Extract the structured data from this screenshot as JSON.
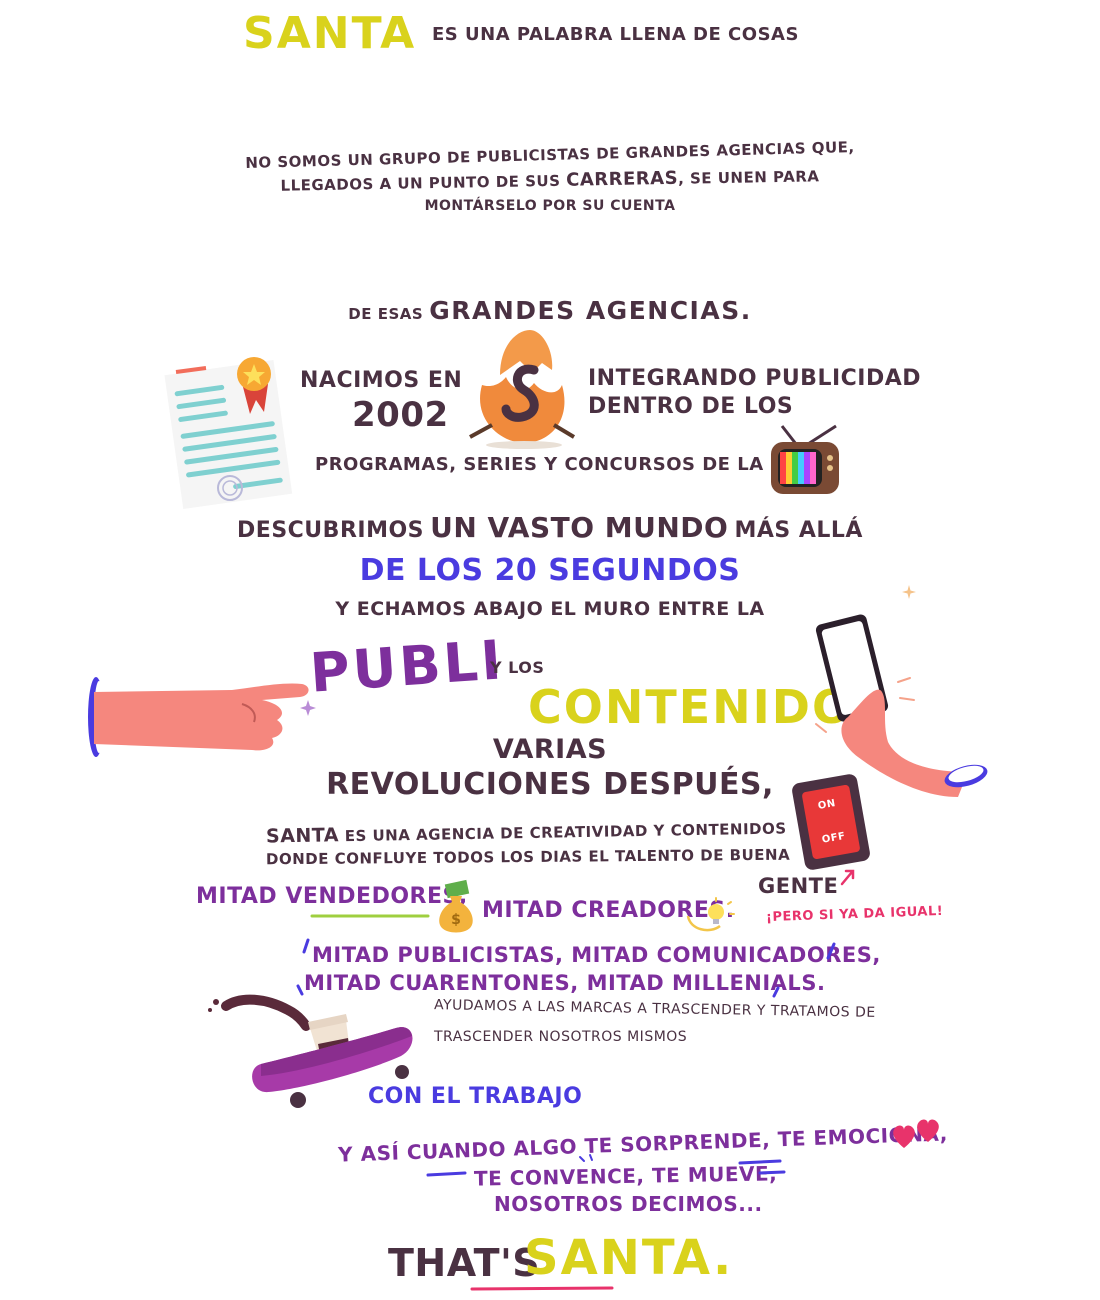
{
  "header": {
    "brand": "SANTA",
    "subtitle": "ES UNA PALABRA LLENA DE COSAS"
  },
  "intro": {
    "line1": "NO SOMOS UN GRUPO DE PUBLICISTAS DE GRANDES AGENCIAS QUE,",
    "line2_pre": "LLEGADOS A UN PUNTO DE SUS",
    "line2_em": "CARRERAS",
    "line2_post": ", SE UNEN PARA",
    "line3": "MONTÁRSELO POR SU CUENTA"
  },
  "agencies": {
    "pre": "DE ESAS",
    "em": "GRANDES AGENCIAS."
  },
  "born": {
    "line1": "NACIMOS EN",
    "year": "2002",
    "right1": "INTEGRANDO PUBLICIDAD",
    "right2": "DENTRO DE LOS",
    "programs": "PROGRAMAS, SERIES Y CONCURSOS DE LA"
  },
  "world": {
    "pre": "DESCUBRIMOS",
    "em": "UN VASTO MUNDO",
    "post": "MÁS ALLÁ",
    "seconds": "DE LOS 20 SEGUNDOS",
    "wall": "Y ECHAMOS ABAJO EL MURO ENTRE LA"
  },
  "publi": {
    "publi": "PUBLI",
    "ylos": "Y LOS",
    "contenidos": "CONTENIDOS"
  },
  "revolutions": {
    "line1": "VARIAS",
    "line2": "REVOLUCIONES DESPUÉS,"
  },
  "agency": {
    "brand": "SANTA",
    "line1": "ES UNA AGENCIA DE CREATIVIDAD Y CONTENIDOS",
    "line2": "DONDE CONFLUYE TODOS LOS DIAS EL TALENTO DE BUENA",
    "gente": "GENTE",
    "switch_on": "ON",
    "switch_off": "OFF"
  },
  "halves": {
    "vendedores": "MITAD VENDEDORES,",
    "creadores": "MITAD CREADORES.",
    "aside": "¡PERO SI YA DA IGUAL!",
    "publicistas": "MITAD PUBLICISTAS, MITAD COMUNICADORES,",
    "cuarentones": "MITAD CUARENTONES, MITAD MILLENIALS."
  },
  "brands": {
    "line1": "AYUDAMOS A LAS MARCAS A TRASCENDER Y TRATAMOS DE",
    "line2": "TRASCENDER NOSOTROS MISMOS",
    "work": "CON EL TRABAJO"
  },
  "closing": {
    "line1": "Y ASÍ CUANDO ALGO TE SORPRENDE, TE EMOCIONA,",
    "line2": "TE CONVENCE, TE MUEVE,",
    "line3": "NOSOTROS DECIMOS...",
    "thats": "THAT'S",
    "brand": "SANTA."
  },
  "colors": {
    "yellow": "#d9d21c",
    "purple": "#7d2f9c",
    "blue": "#4a3be0",
    "dark": "#4a3142",
    "pink": "#e8336b",
    "green": "#9fcf3f"
  }
}
